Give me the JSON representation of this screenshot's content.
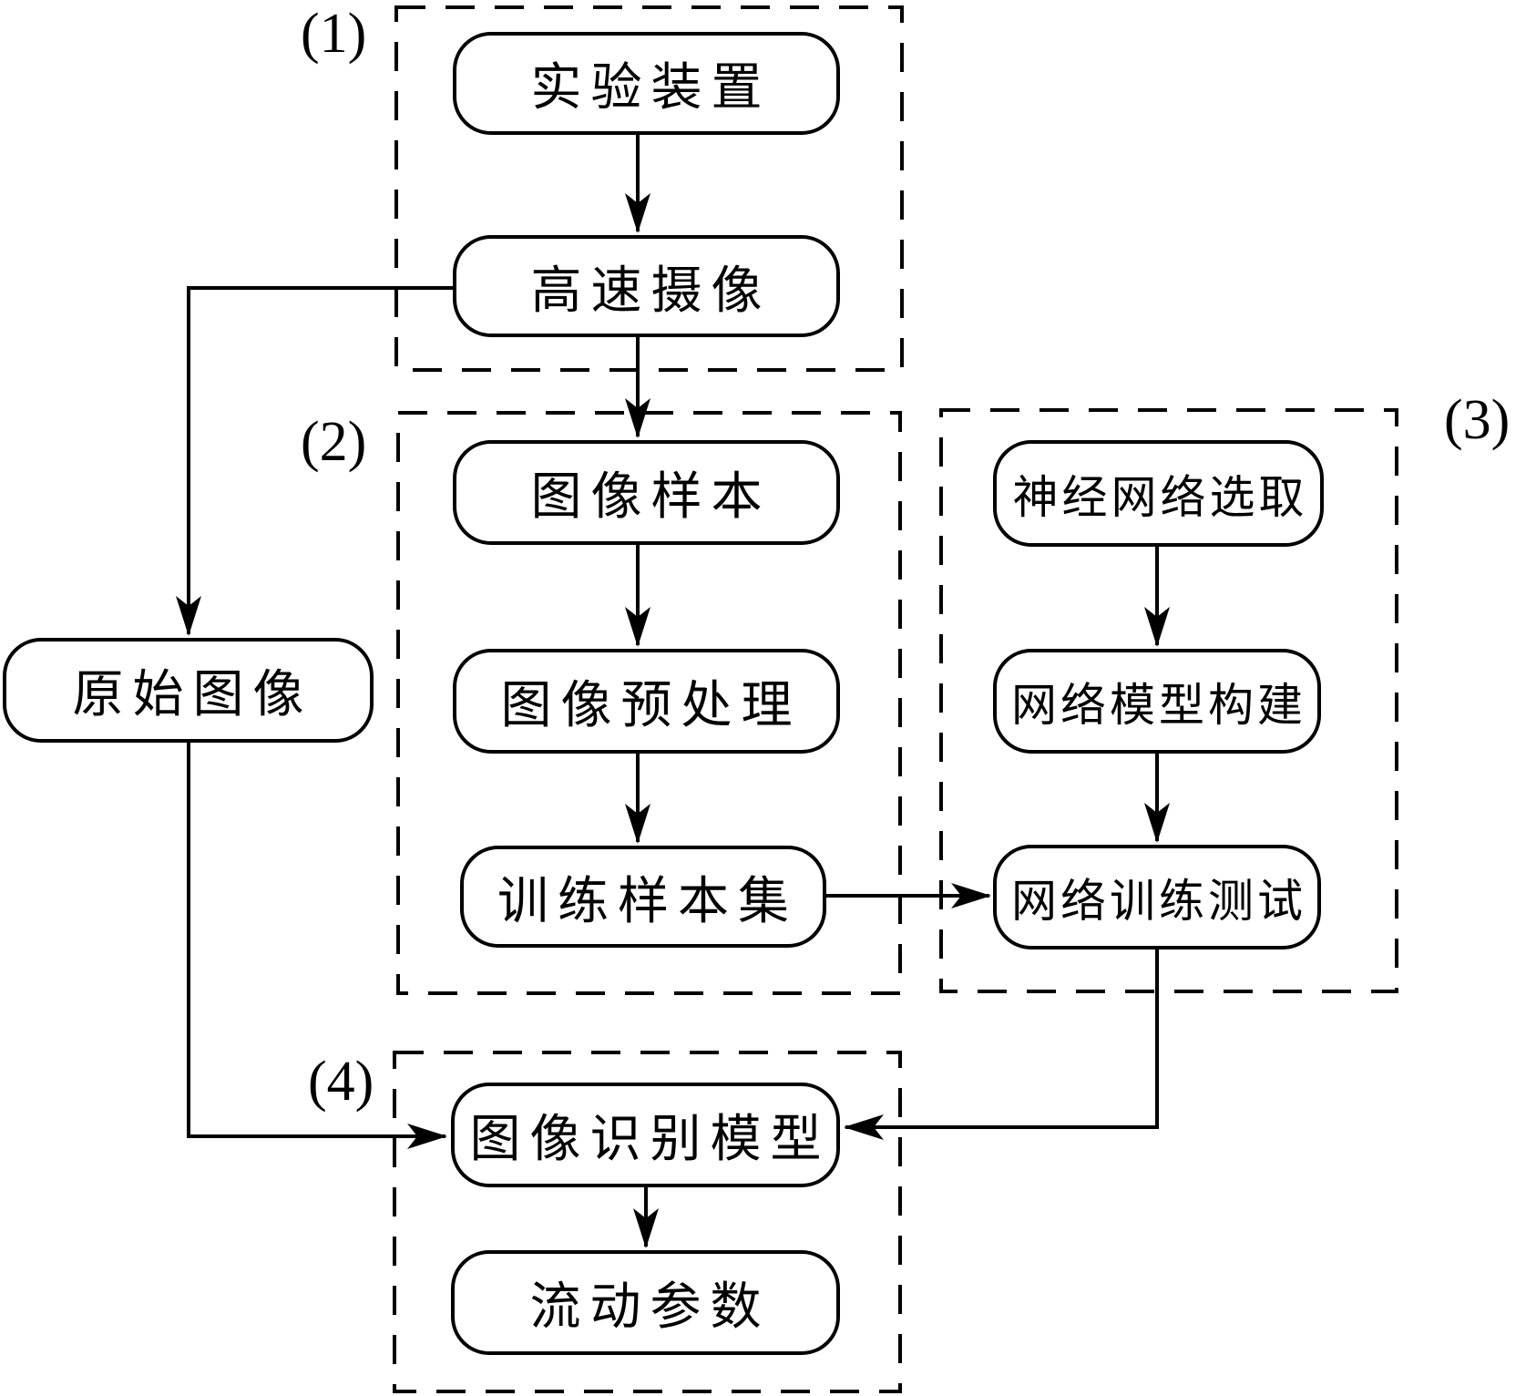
{
  "diagram": {
    "title": "image-recognition flow-parameter measurement flowchart",
    "colors": {
      "stroke": "#000000",
      "background": "#ffffff"
    },
    "groups": [
      {
        "id": "group-1",
        "label": "(1)"
      },
      {
        "id": "group-2",
        "label": "(2)"
      },
      {
        "id": "group-3",
        "label": "(3)"
      },
      {
        "id": "group-4",
        "label": "(4)"
      }
    ],
    "nodes": {
      "experiment_apparatus": "实验装置",
      "high_speed_camera": "高速摄像",
      "image_samples": "图像样本",
      "image_preprocessing": "图像预处理",
      "training_sample_set": "训练样本集",
      "neural_network_selection": "神经网络选取",
      "network_model_construction": "网络模型构建",
      "network_training_testing": "网络训练测试",
      "original_images": "原始图像",
      "image_recognition_model": "图像识别模型",
      "flow_parameters": "流动参数"
    },
    "edges": [
      {
        "from": "experiment_apparatus",
        "to": "high_speed_camera"
      },
      {
        "from": "high_speed_camera",
        "to": "image_samples"
      },
      {
        "from": "high_speed_camera",
        "to": "original_images"
      },
      {
        "from": "image_samples",
        "to": "image_preprocessing"
      },
      {
        "from": "image_preprocessing",
        "to": "training_sample_set"
      },
      {
        "from": "training_sample_set",
        "to": "network_training_testing"
      },
      {
        "from": "neural_network_selection",
        "to": "network_model_construction"
      },
      {
        "from": "network_model_construction",
        "to": "network_training_testing"
      },
      {
        "from": "network_training_testing",
        "to": "image_recognition_model"
      },
      {
        "from": "original_images",
        "to": "image_recognition_model"
      },
      {
        "from": "image_recognition_model",
        "to": "flow_parameters"
      }
    ]
  }
}
